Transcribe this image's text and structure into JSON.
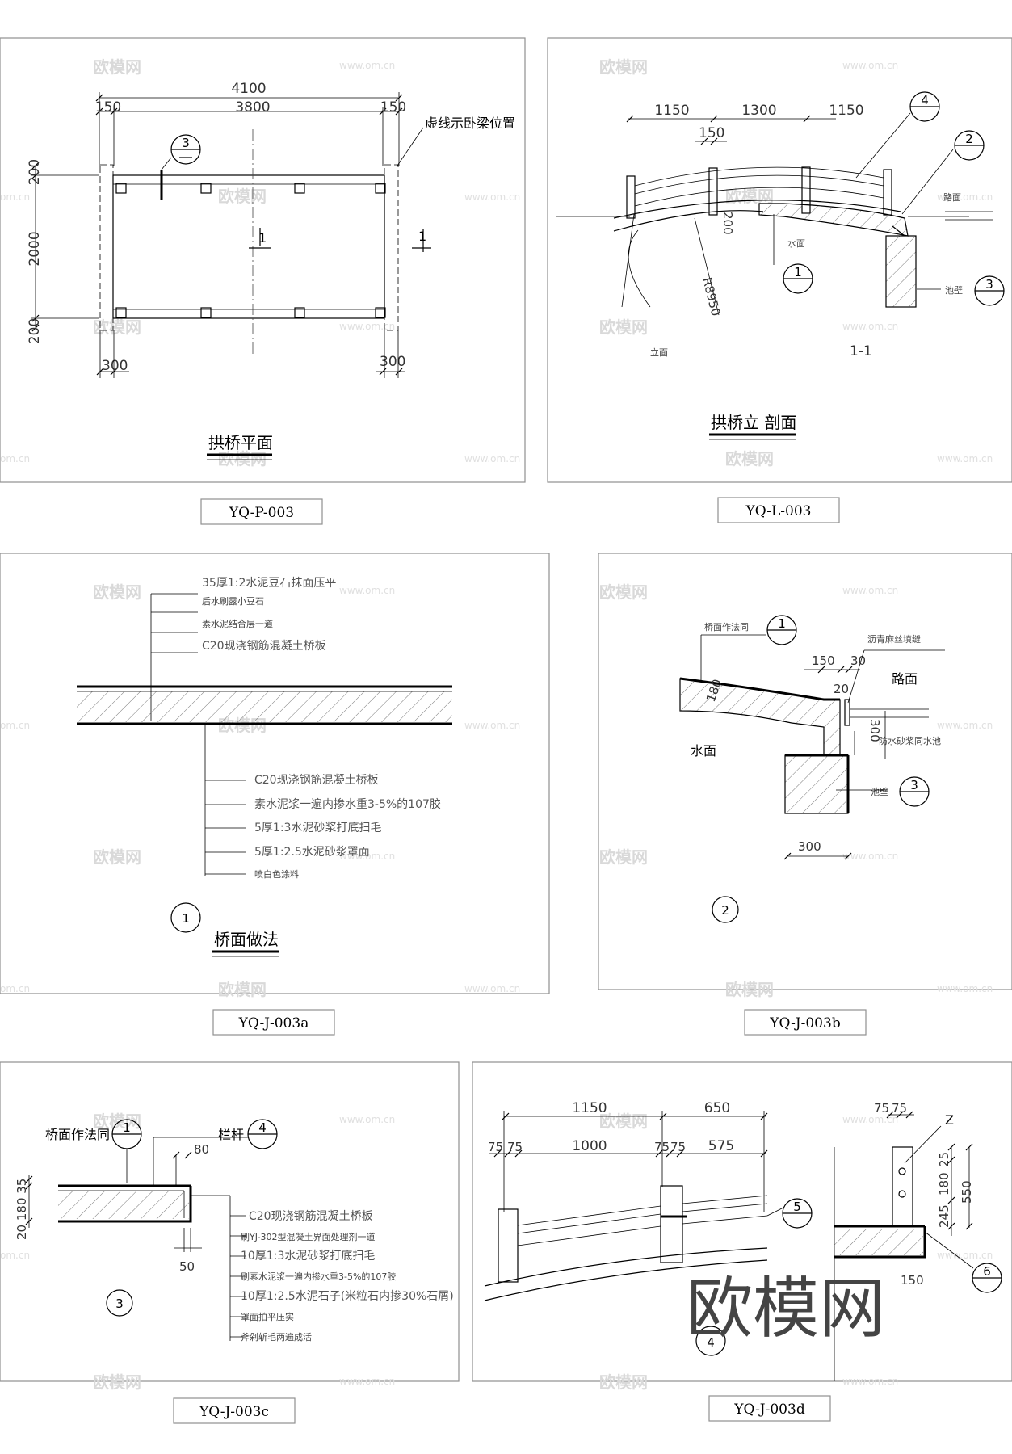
{
  "watermark": {
    "brand": "欧模网",
    "url": "www.om.cn",
    "url_short": "om.cn"
  },
  "panels": {
    "p003": {
      "code": "YQ-P-003",
      "title": "拱桥平面",
      "dims": {
        "total": "4100",
        "side": "150",
        "span": "3800",
        "edge": "200",
        "width": "2000",
        "pier": "300"
      },
      "note": "虚线示卧梁位置",
      "callout": "3",
      "section_mark": "1"
    },
    "l003": {
      "code": "YQ-L-003",
      "title": "拱桥立 剖面",
      "dims": {
        "left": "1150",
        "mid": "1300",
        "right": "1150",
        "post": "150",
        "depth": "200",
        "radius": "R8950"
      },
      "labels": {
        "road": "路面",
        "water": "水面",
        "wall": "池壁",
        "elev": "立面",
        "section": "1-1"
      },
      "callouts": [
        "4",
        "2",
        "1",
        "3"
      ]
    },
    "j003a": {
      "code": "YQ-J-003a",
      "title": "桥面做法",
      "callout": "1",
      "top_layers": [
        "35厚1:2水泥豆石抹面压平",
        "后水刷露小豆石",
        "素水泥结合层一道",
        "C20现浇钢筋混凝土桥板"
      ],
      "bottom_layers": [
        "C20现浇钢筋混凝土桥板",
        "素水泥浆一遍内掺水重3-5%的107胶",
        "5厚1:3水泥砂浆打底扫毛",
        "5厚1:2.5水泥砂浆罩面",
        "喷白色涂料"
      ]
    },
    "j003b": {
      "code": "YQ-J-003b",
      "callout": "2",
      "dims": {
        "a": "150",
        "b": "30",
        "c": "20",
        "thick": "180",
        "h": "300",
        "w": "300"
      },
      "labels": {
        "deck": "桥面作法同",
        "joint": "沥青麻丝填缝",
        "road": "路面",
        "water": "水面",
        "waterproof": "防水砂浆同水池",
        "wall": "池壁"
      },
      "refs": [
        "1",
        "3"
      ]
    },
    "j003c": {
      "code": "YQ-J-003c",
      "callout": "3",
      "labels": {
        "deck": "桥面作法同",
        "rail": "栏杆"
      },
      "refs": [
        "1",
        "4"
      ],
      "dims": {
        "rail": "80",
        "depth": "20 180 35",
        "bottom": "50"
      },
      "layers": [
        "C20现浇钢筋混凝土桥板",
        "刷YJ-302型混凝土界面处理剂一道",
        "10厚1:3水泥砂浆打底扫毛",
        "刷素水泥浆一遍内掺水重3-5%的107胶",
        "10厚1:2.5水泥石子(米粒石内掺30%石屑)",
        "罩面拍平压实",
        "斧剁斩毛两遍成活"
      ]
    },
    "j003d": {
      "code": "YQ-J-003d",
      "callout": "4",
      "dims": {
        "d1": "1150",
        "d2": "650",
        "d3": "75",
        "d4": "75",
        "d5": "1000",
        "d6": "75",
        "d7": "75",
        "d8": "575",
        "d9": "75",
        "d10": "75",
        "v1": "25",
        "v2": "180",
        "v3": "245",
        "v4": "550",
        "v5": "150"
      },
      "labels": {
        "z": "Z"
      },
      "refs": [
        "5",
        "6"
      ]
    }
  }
}
